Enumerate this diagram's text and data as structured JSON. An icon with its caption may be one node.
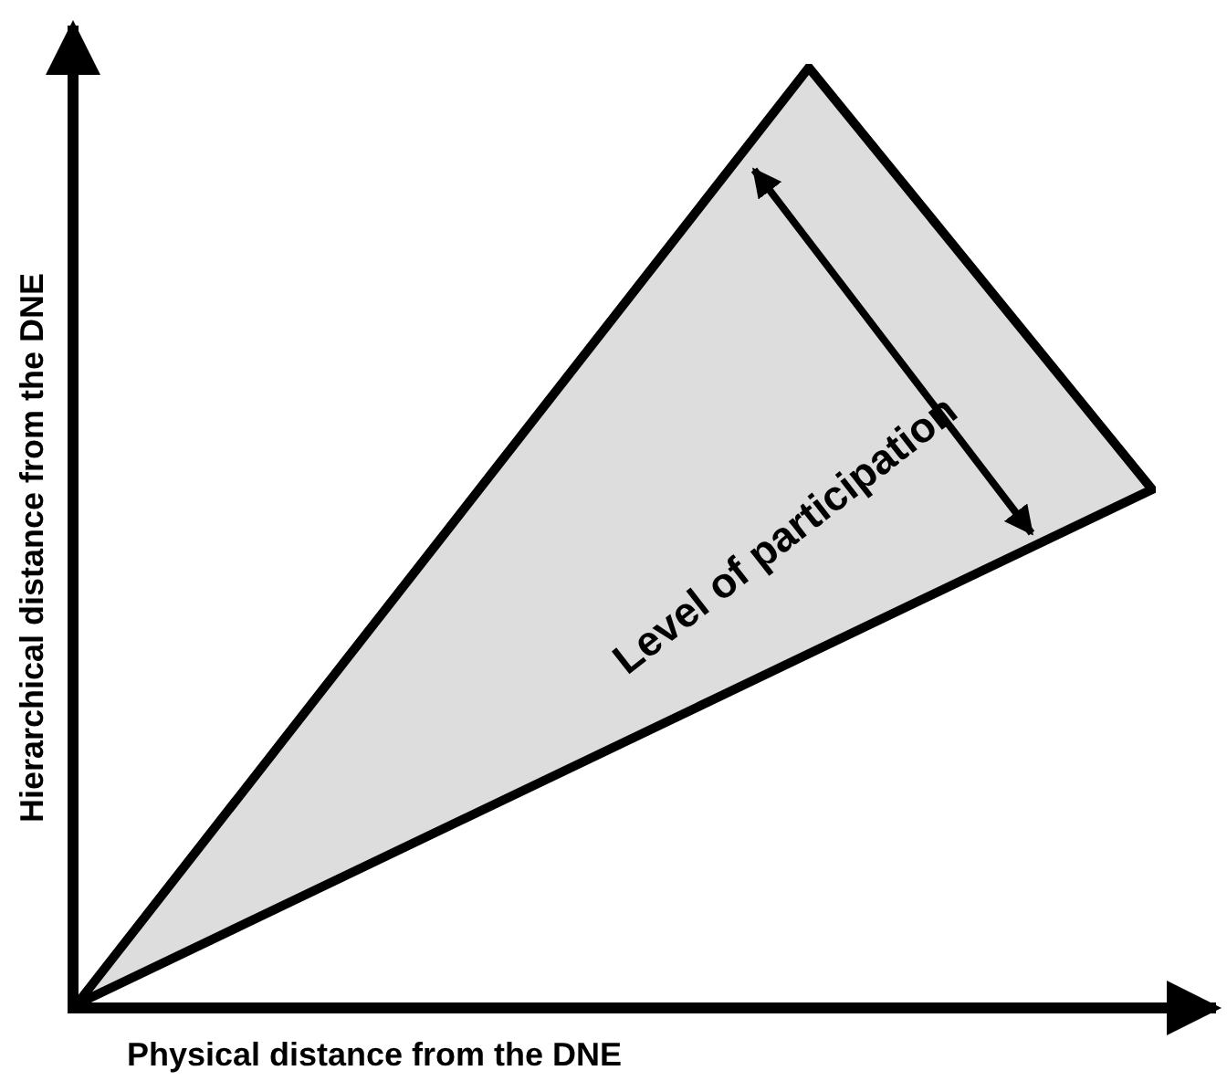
{
  "diagram": {
    "nodes": [
      {
        "text": [
          "Level of participation"
        ]
      }
    ],
    "edges": [],
    "labels": [
      "Hierarchical distance from the DNE",
      "Physical distance from the DNE"
    ]
  }
}
